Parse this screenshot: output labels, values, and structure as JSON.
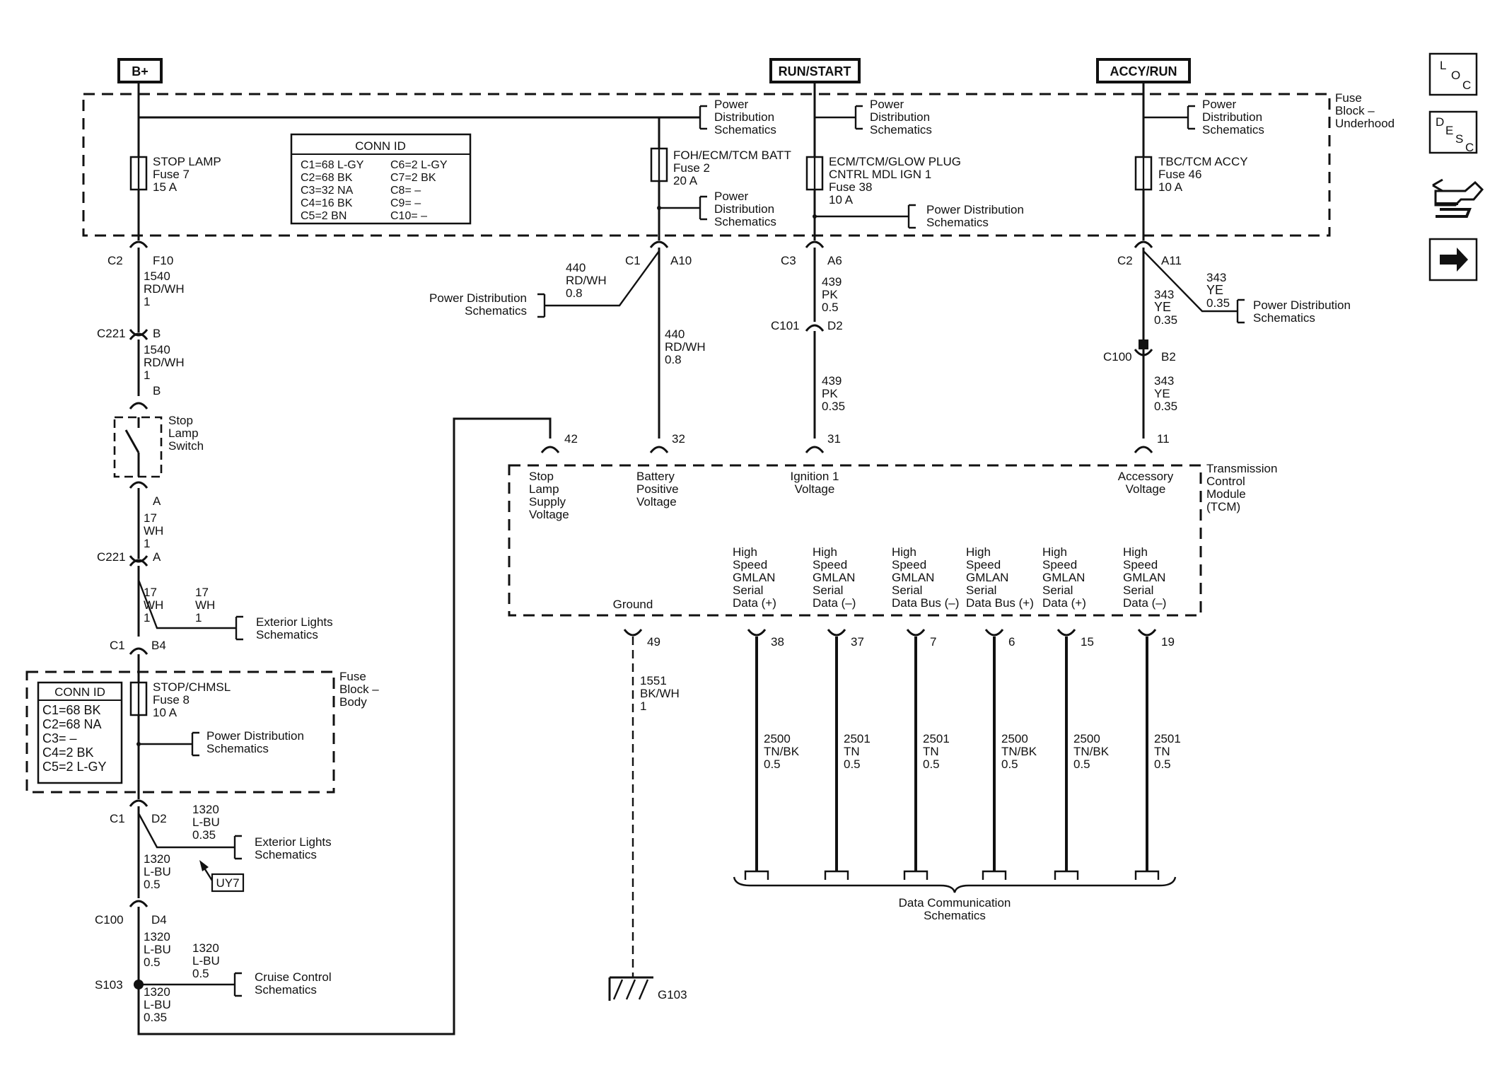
{
  "power_sources": {
    "b_plus": "B+",
    "run_start": "RUN/START",
    "accy_run": "ACCY/RUN"
  },
  "fuse_block_underhood": {
    "label_line1": "Fuse",
    "label_line2": "Block –",
    "label_line3": "Underhood"
  },
  "fuse_block_body": {
    "label_line1": "Fuse",
    "label_line2": "Block –",
    "label_line3": "Body"
  },
  "pds": {
    "line1": "Power",
    "line2": "Distribution",
    "line3": "Schematics",
    "single1": "Power Distribution",
    "single2": "Schematics"
  },
  "fuses": {
    "stop_lamp": [
      "STOP LAMP",
      "Fuse 7",
      "15 A"
    ],
    "foh": [
      "FOH/ECM/TCM BATT",
      "Fuse 2",
      "20 A"
    ],
    "ecm": [
      "ECM/TCM/GLOW PLUG",
      "CNTRL MDL IGN 1",
      "Fuse 38",
      "10 A"
    ],
    "tbc": [
      "TBC/TCM ACCY",
      "Fuse 46",
      "10 A"
    ],
    "stop_chmsl": [
      "STOP/CHMSL",
      "Fuse 8",
      "10 A"
    ]
  },
  "conn_id_underhood": {
    "title": "CONN ID",
    "left": [
      "C1=68 L-GY",
      "C2=68 BK",
      "C3=32 NA",
      "C4=16 BK",
      "C5=2 BN"
    ],
    "right": [
      "C6=2 L-GY",
      "C7=2 BK",
      "C8= –",
      "C9= –",
      "C10= –"
    ]
  },
  "conn_id_body": {
    "title": "CONN ID",
    "rows": [
      "C1=68 BK",
      "C2=68 NA",
      "C3= –",
      "C4=2 BK",
      "C5=2 L-GY"
    ]
  },
  "left_branch": {
    "c2": "C2",
    "f10": "F10",
    "w1": [
      "1540",
      "RD/WH",
      "1"
    ],
    "c221": "C221",
    "b": "B",
    "w2": [
      "1540",
      "RD/WH",
      "1"
    ],
    "b2": "B",
    "switch": [
      "Stop",
      "Lamp",
      "Switch"
    ],
    "a": "A",
    "w3": [
      "17",
      "WH",
      "1"
    ],
    "c221b": "C221",
    "a2": "A",
    "w4": [
      "17",
      "WH",
      "1"
    ],
    "w5": [
      "17",
      "WH",
      "1"
    ],
    "ext1": [
      "Exterior Lights",
      "Schematics"
    ],
    "c1": "C1",
    "b4": "B4",
    "c1b": "C1",
    "d2": "D2",
    "w6": [
      "1320",
      "L-BU",
      "0.35"
    ],
    "ext2": [
      "Exterior Lights",
      "Schematics"
    ],
    "w7": [
      "1320",
      "L-BU",
      "0.5"
    ],
    "uy7": "UY7",
    "c100": "C100",
    "d4": "D4",
    "w8": [
      "1320",
      "L-BU",
      "0.5"
    ],
    "w9": [
      "1320",
      "L-BU",
      "0.5"
    ],
    "cruise": [
      "Cruise Control",
      "Schematics"
    ],
    "s103": "S103",
    "w10": [
      "1320",
      "L-BU",
      "0.35"
    ]
  },
  "foh_branch": {
    "c1": "C1",
    "a10": "A10",
    "w1": [
      "440",
      "RD/WH",
      "0.8"
    ],
    "pds": [
      "Power Distribution",
      "Schematics"
    ],
    "w2": [
      "440",
      "RD/WH",
      "0.8"
    ]
  },
  "ecm_branch": {
    "c3": "C3",
    "a6": "A6",
    "w1": [
      "439",
      "PK",
      "0.5"
    ],
    "c101": "C101",
    "d2": "D2",
    "w2": [
      "439",
      "PK",
      "0.35"
    ]
  },
  "tbc_branch": {
    "c2": "C2",
    "a11": "A11",
    "w1": [
      "343",
      "YE",
      "0.35"
    ],
    "w2": [
      "343",
      "YE",
      "0.35"
    ],
    "c100": "C100",
    "b2": "B2",
    "w3": [
      "343",
      "YE",
      "0.35"
    ]
  },
  "tcm": {
    "label": [
      "Transmission",
      "Control",
      "Module",
      "(TCM)"
    ],
    "pins_top": [
      {
        "pin": "42",
        "label": [
          "Stop",
          "Lamp",
          "Supply",
          "Voltage"
        ]
      },
      {
        "pin": "32",
        "label": [
          "Battery",
          "Positive",
          "Voltage"
        ]
      },
      {
        "pin": "31",
        "label": [
          "Ignition 1",
          "Voltage"
        ]
      },
      {
        "pin": "11",
        "label": [
          "Accessory",
          "Voltage"
        ]
      }
    ],
    "ground_label": "Ground",
    "ground_pin": "49",
    "data_pins": [
      {
        "pin": "38",
        "label": [
          "High",
          "Speed",
          "GMLAN",
          "Serial",
          "Data (+)"
        ],
        "wire": [
          "2500",
          "TN/BK",
          "0.5"
        ]
      },
      {
        "pin": "37",
        "label": [
          "High",
          "Speed",
          "GMLAN",
          "Serial",
          "Data (–)"
        ],
        "wire": [
          "2501",
          "TN",
          "0.5"
        ]
      },
      {
        "pin": "7",
        "label": [
          "High",
          "Speed",
          "GMLAN",
          "Serial",
          "Data Bus (–)"
        ],
        "wire": [
          "2501",
          "TN",
          "0.5"
        ]
      },
      {
        "pin": "6",
        "label": [
          "High",
          "Speed",
          "GMLAN",
          "Serial",
          "Data Bus (+)"
        ],
        "wire": [
          "2500",
          "TN/BK",
          "0.5"
        ]
      },
      {
        "pin": "15",
        "label": [
          "High",
          "Speed",
          "GMLAN",
          "Serial",
          "Data (+)"
        ],
        "wire": [
          "2500",
          "TN/BK",
          "0.5"
        ]
      },
      {
        "pin": "19",
        "label": [
          "High",
          "Speed",
          "GMLAN",
          "Serial",
          "Data (–)"
        ],
        "wire": [
          "2501",
          "TN",
          "0.5"
        ]
      }
    ]
  },
  "ground": {
    "wire": [
      "1551",
      "BK/WH",
      "1"
    ],
    "g": "G103"
  },
  "data_comm": [
    "Data Communication",
    "Schematics"
  ],
  "side_icons": {
    "loc": [
      "L",
      "O",
      "C"
    ],
    "desc": [
      "D",
      "E",
      "S",
      "C"
    ]
  }
}
